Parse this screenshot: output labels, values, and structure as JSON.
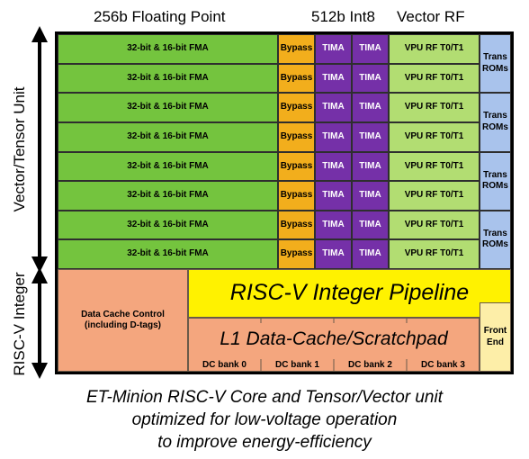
{
  "headers": {
    "fp": "256b Floating Point",
    "int8": "512b Int8",
    "vrf": "Vector RF"
  },
  "side_labels": {
    "vector_tensor": "Vector/Tensor Unit",
    "riscv_integer": "RISC-V Integer"
  },
  "vector_rows": [
    {
      "fma": "32-bit & 16-bit FMA",
      "bypass": "Bypass",
      "tima1": "TIMA",
      "tima2": "TIMA",
      "rf": "VPU RF T0/T1"
    },
    {
      "fma": "32-bit & 16-bit FMA",
      "bypass": "Bypass",
      "tima1": "TIMA",
      "tima2": "TIMA",
      "rf": "VPU RF T0/T1"
    },
    {
      "fma": "32-bit & 16-bit FMA",
      "bypass": "Bypass",
      "tima1": "TIMA",
      "tima2": "TIMA",
      "rf": "VPU RF T0/T1"
    },
    {
      "fma": "32-bit & 16-bit FMA",
      "bypass": "Bypass",
      "tima1": "TIMA",
      "tima2": "TIMA",
      "rf": "VPU RF T0/T1"
    },
    {
      "fma": "32-bit & 16-bit FMA",
      "bypass": "Bypass",
      "tima1": "TIMA",
      "tima2": "TIMA",
      "rf": "VPU RF T0/T1"
    },
    {
      "fma": "32-bit & 16-bit FMA",
      "bypass": "Bypass",
      "tima1": "TIMA",
      "tima2": "TIMA",
      "rf": "VPU RF T0/T1"
    },
    {
      "fma": "32-bit & 16-bit FMA",
      "bypass": "Bypass",
      "tima1": "TIMA",
      "tima2": "TIMA",
      "rf": "VPU RF T0/T1"
    },
    {
      "fma": "32-bit & 16-bit FMA",
      "bypass": "Bypass",
      "tima1": "TIMA",
      "tima2": "TIMA",
      "rf": "VPU RF T0/T1"
    }
  ],
  "trans_roms": [
    "Trans ROMs",
    "Trans ROMs",
    "Trans ROMs",
    "Trans ROMs"
  ],
  "integer": {
    "data_cache_control": "Data Cache Control (including D-tags)",
    "pipeline": "RISC-V Integer Pipeline",
    "l1": "L1 Data-Cache/Scratchpad",
    "banks": [
      "DC bank 0",
      "DC bank 1",
      "DC bank 2",
      "DC bank 3"
    ],
    "front_end": "Front End"
  },
  "caption": [
    "ET-Minion RISC-V Core and Tensor/Vector unit",
    "optimized for low-voltage operation",
    "to improve energy-efficiency"
  ],
  "colors": {
    "fma": "#74c43e",
    "bypass": "#f2ae1c",
    "tima": "#7530a8",
    "vpu_rf": "#b2dd72",
    "trans_rom": "#a9c3ec",
    "cache": "#f4a67e",
    "pipeline": "#fff200",
    "front_end": "#fdeea8"
  }
}
